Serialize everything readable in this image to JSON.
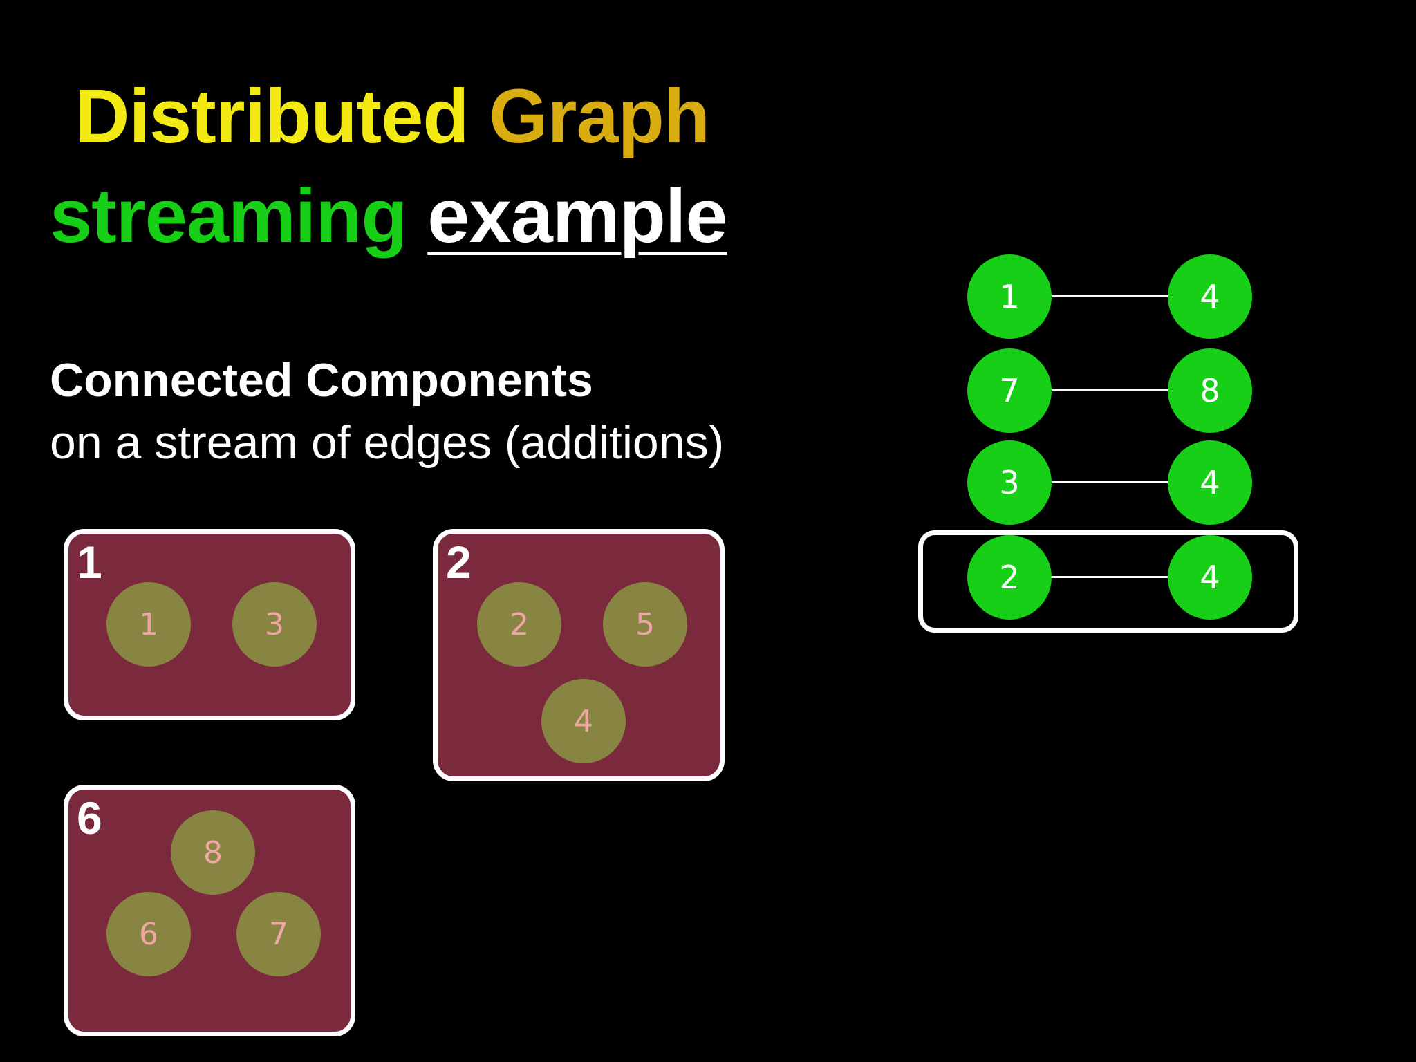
{
  "title": {
    "line1": {
      "word1": "Distributed",
      "word2": "Graph"
    },
    "line2": {
      "word1": "streaming",
      "word2": "example"
    }
  },
  "subtitle": "Connected Components",
  "description": "on a stream of edges (additions)",
  "components": [
    {
      "id": "1",
      "vertices": [
        "1",
        "3"
      ]
    },
    {
      "id": "2",
      "vertices": [
        "2",
        "5",
        "4"
      ]
    },
    {
      "id": "6",
      "vertices": [
        "8",
        "6",
        "7"
      ]
    }
  ],
  "edge_stream": [
    {
      "source": "1",
      "target": "4"
    },
    {
      "source": "7",
      "target": "8"
    },
    {
      "source": "3",
      "target": "4"
    },
    {
      "source": "2",
      "target": "4",
      "current": true
    }
  ],
  "colors": {
    "title_yellow": "#f2ea12",
    "title_gold": "#d9ad12",
    "title_green": "#18cf18",
    "component_fill": "#7b2a3d",
    "vertex_fill": "#878541",
    "vertex_text": "#f0a6a6",
    "edge_node_fill": "#18cf18"
  }
}
